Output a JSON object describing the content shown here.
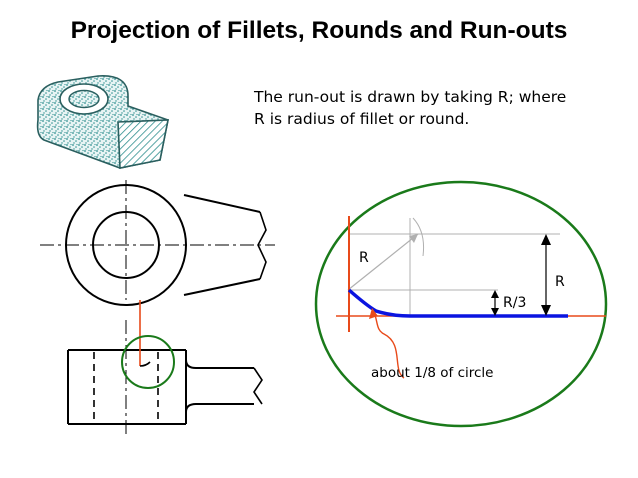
{
  "title": "Projection of Fillets, Rounds and Run-outs",
  "description": {
    "line1": "The run-out is drawn by taking R; where",
    "line2": "R is radius of fillet or round."
  },
  "labels": {
    "radius_left": "R",
    "radius_right": "R",
    "radius_third": "R/3",
    "annotation": "about 1/8 of circle"
  },
  "colors": {
    "outline": "#000000",
    "construction": "#b0b0b0",
    "highlight_circle": "#1a7a1a",
    "construction_red": "#e84a1a",
    "runout": "#0a14e0",
    "pattern": "#2f8f8f"
  }
}
